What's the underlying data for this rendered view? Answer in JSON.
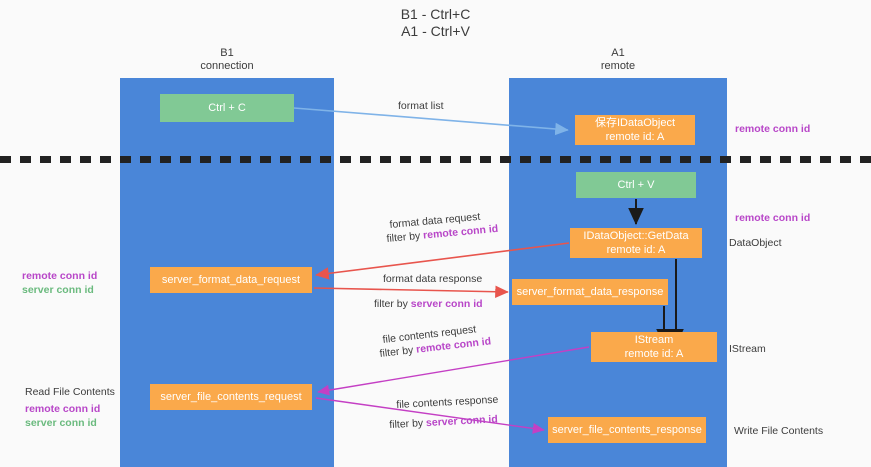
{
  "title": {
    "line1": "B1 - Ctrl+C",
    "line2": "A1 - Ctrl+V"
  },
  "lanes": [
    {
      "id": "b1",
      "name": "B1",
      "sub": "connection"
    },
    {
      "id": "a1",
      "name": "A1",
      "sub": "remote"
    }
  ],
  "colors": {
    "lane": "#4a86d8",
    "green_node": "#81c995",
    "orange_node": "#faa94b",
    "magenta_text": "#b846c8",
    "green_text": "#6aba7e",
    "red_arrow": "#e8554d",
    "magenta_arrow": "#c43fc4",
    "blue_arrow": "#7fb3e8",
    "black_arrow": "#1a1a1a",
    "separator": "#222222",
    "background": "#fafafa"
  },
  "nodes": {
    "ctrl_c": {
      "label": "Ctrl + C",
      "kind": "green"
    },
    "save_idataobject": {
      "line1": "保存IDataObject",
      "line2": "remote id: A",
      "kind": "orange"
    },
    "ctrl_v": {
      "label": "Ctrl + V",
      "kind": "green"
    },
    "getdata": {
      "line1": "IDataObject::GetData",
      "line2": "remote id: A",
      "kind": "orange"
    },
    "server_format_data_request": {
      "label": "server_format_data_request",
      "kind": "orange"
    },
    "server_format_data_response": {
      "label": "server_format_data_response",
      "kind": "orange"
    },
    "istream": {
      "line1": "IStream",
      "line2": "remote id: A",
      "kind": "orange"
    },
    "server_file_contents_request": {
      "label": "server_file_contents_request",
      "kind": "orange"
    },
    "server_file_contents_response": {
      "label": "server_file_contents_response",
      "kind": "orange"
    }
  },
  "edge_labels": {
    "format_list": "format list",
    "format_data_request": "format data request",
    "format_data_request_filter_prefix": "filter by ",
    "format_data_request_filter_key": "remote conn id",
    "format_data_response": "format data response",
    "format_data_response_filter_prefix": "filter by ",
    "format_data_response_filter_key": "server conn id",
    "file_contents_request": "file contents request",
    "file_contents_request_filter_prefix": "filter by ",
    "file_contents_request_filter_key": "remote conn id",
    "file_contents_response": "file contents response",
    "file_contents_response_filter_prefix": "filter by ",
    "file_contents_response_filter_key": "server conn id"
  },
  "right_annotations": [
    {
      "id": "r1",
      "text": "remote conn id",
      "style": "magenta"
    },
    {
      "id": "r2",
      "text": "remote conn id",
      "style": "magenta"
    },
    {
      "id": "r3",
      "text": "DataObject",
      "style": "plain"
    },
    {
      "id": "r4",
      "text": "IStream",
      "style": "plain"
    },
    {
      "id": "r5",
      "text": "Write File Contents",
      "style": "plain"
    }
  ],
  "left_annotations": [
    {
      "id": "l1",
      "text": "remote conn id",
      "style": "magenta"
    },
    {
      "id": "l1b",
      "text": "server conn id",
      "style": "green"
    },
    {
      "id": "l2",
      "text": "Read File Contents",
      "style": "plain"
    },
    {
      "id": "l3",
      "text": "remote conn id",
      "style": "magenta"
    },
    {
      "id": "l3b",
      "text": "server conn id",
      "style": "green"
    }
  ]
}
